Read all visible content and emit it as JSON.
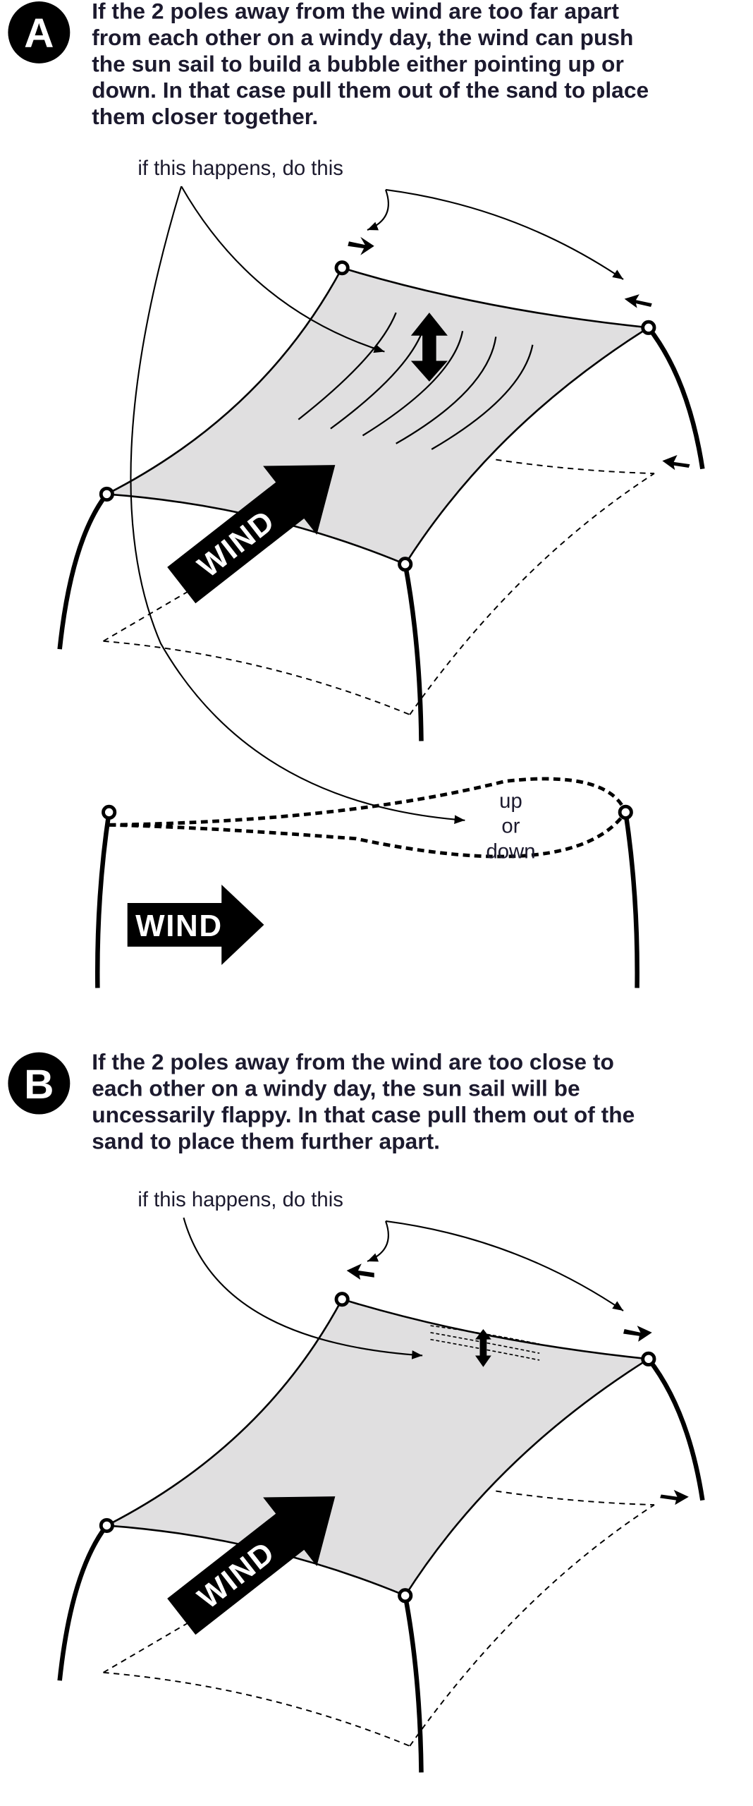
{
  "section_a": {
    "badge": "A",
    "lines": [
      {
        "pre": "If the 2 poles away from the wind are ",
        "bold": "too far apart",
        "post": ""
      },
      {
        "pre": "from each other on a windy day, the wind can push",
        "bold": "",
        "post": ""
      },
      {
        "pre": "the sun sail to build a bubble either pointing up or",
        "bold": "",
        "post": ""
      },
      {
        "pre": "down. In that case pull them out of the sand to place",
        "bold": "",
        "post": ""
      },
      {
        "pre": "them closer together.",
        "bold": "",
        "post": ""
      }
    ],
    "hint": "if this happens, do this",
    "wind_label": "WIND",
    "side_wind_label": "WIND",
    "bubble_labels": [
      "up",
      "or",
      "down"
    ]
  },
  "section_b": {
    "badge": "B",
    "lines": [
      {
        "pre": "If the 2 poles away from the wind are ",
        "bold": "too close",
        "post": " to"
      },
      {
        "pre": "each other on a windy day, the sun sail will be",
        "bold": "",
        "post": ""
      },
      {
        "pre": "uncessarily flappy. In that case pull them out of the",
        "bold": "",
        "post": ""
      },
      {
        "pre": "sand to place them further apart.",
        "bold": "",
        "post": ""
      }
    ],
    "hint": "if this happens, do this",
    "wind_label": "WIND"
  },
  "colors": {
    "text": "#1c1a2e",
    "sail": "#e0dfe0",
    "ink": "#000000"
  }
}
